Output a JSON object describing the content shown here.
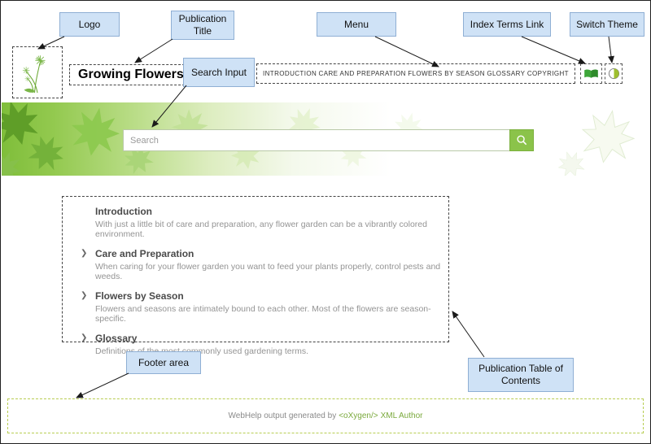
{
  "annotations": {
    "logo": {
      "label": "Logo"
    },
    "publication_title": {
      "label": "Publication Title"
    },
    "menu": {
      "label": "Menu"
    },
    "index_terms_link": {
      "label": "Index Terms Link"
    },
    "switch_theme": {
      "label": "Switch Theme"
    },
    "search_input": {
      "label": "Search Input"
    },
    "footer_area": {
      "label": "Footer area"
    },
    "publication_toc": {
      "label": "Publication Table of Contents"
    }
  },
  "header": {
    "publication_title": "Growing Flowers",
    "menu": [
      {
        "label": "INTRODUCTION"
      },
      {
        "label": "CARE AND PREPARATION"
      },
      {
        "label": "FLOWERS BY SEASON"
      },
      {
        "label": "GLOSSARY"
      },
      {
        "label": "COPYRIGHT"
      }
    ]
  },
  "search": {
    "placeholder": "Search"
  },
  "toc": {
    "items": [
      {
        "title": "Introduction",
        "description": "With just a little bit of care and preparation, any flower garden can be a vibrantly colored environment.",
        "expandable": false
      },
      {
        "title": "Care and Preparation",
        "description": "When caring for your flower garden you want to feed your plants properly, control pests and weeds.",
        "expandable": true
      },
      {
        "title": "Flowers by Season",
        "description": "Flowers and seasons are intimately bound to each other. Most of the flowers are season-specific.",
        "expandable": true
      },
      {
        "title": "Glossary",
        "description": "Definitions of the most commonly used gardening terms.",
        "expandable": true
      }
    ]
  },
  "footer": {
    "prefix": "WebHelp output generated by",
    "oxygen": "<oXygen/>",
    "suffix": "XML Author"
  },
  "icons": {
    "chevron_right": "❯",
    "search": "magnifier",
    "index_terms": "open-book",
    "switch_theme": "half-filled-circle"
  },
  "colors": {
    "accent_green": "#8bc34a",
    "banner_green": "#7fbe3a",
    "callout_bg": "#cfe2f6",
    "callout_border": "#8fafd4",
    "footer_border": "#b8cd52",
    "oxygen_green": "#7aa93c"
  }
}
